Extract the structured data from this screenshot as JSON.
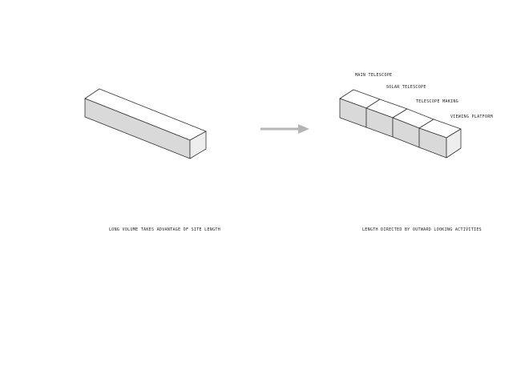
{
  "left": {
    "caption": "LONG VOLUME TAKES ADVANTAGE OF SITE LENGTH"
  },
  "right": {
    "caption": "LENGTH DIRECTED BY OUTWARD LOOKING ACTIVITIES",
    "segments": [
      {
        "label": "MAIN TELESCOPE"
      },
      {
        "label": "SOLAR TELESCOPE"
      },
      {
        "label": "TELESCOPE MAKING"
      },
      {
        "label": "VIEWING PLATFORM"
      }
    ]
  },
  "colors": {
    "top_face": "#ffffff",
    "front_face": "#d9d9d9",
    "end_face": "#eeeeee",
    "edge": "#333333",
    "arrow": "#b5b5b5",
    "text": "#222222"
  }
}
